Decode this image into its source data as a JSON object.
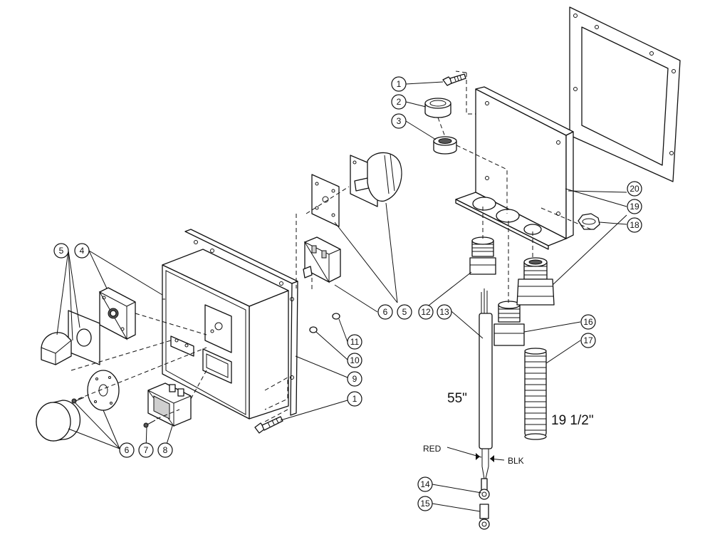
{
  "callouts": {
    "c1": "1",
    "c2": "2",
    "c3": "3",
    "c4": "4",
    "c5": "5",
    "c6": "6",
    "c7": "7",
    "c8": "8",
    "c9": "9",
    "c10": "10",
    "c11": "11",
    "c12": "12",
    "c13": "13",
    "c14": "14",
    "c15": "15",
    "c16": "16",
    "c17": "17",
    "c18": "18",
    "c19": "19",
    "c20": "20"
  },
  "dimensions": {
    "cable_length": "55\"",
    "conduit_length": "19 1/2\""
  },
  "wires": {
    "red": "RED",
    "black": "BLK"
  }
}
